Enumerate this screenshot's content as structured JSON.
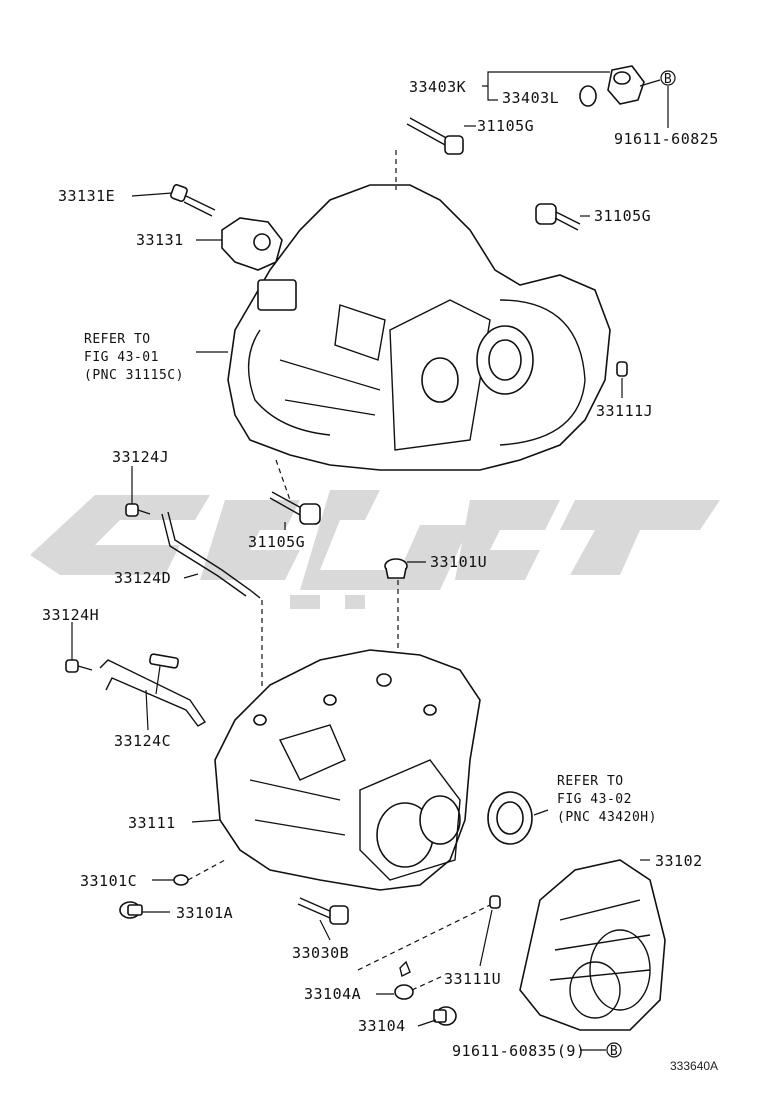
{
  "figure_number": "333640A",
  "callouts": {
    "c33403K": "33403K",
    "c33403L": "33403L",
    "c91611_60825": "91611-60825",
    "c31105G_a": "31105G",
    "c33131E": "33131E",
    "c31105G_b": "31105G",
    "c33131": "33131",
    "refer1_a": "REFER TO",
    "refer1_b": "FIG 43-01",
    "refer1_c": "(PNC 31115C)",
    "c33111J": "33111J",
    "c33124J": "33124J",
    "c31105G_c": "31105G",
    "c33101U": "33101U",
    "c33124D": "33124D",
    "c33124H": "33124H",
    "c33124C": "33124C",
    "refer2_a": "REFER TO",
    "refer2_b": "FIG 43-02",
    "refer2_c": "(PNC 43420H)",
    "c33111": "33111",
    "c33102": "33102",
    "c33101C": "33101C",
    "c33101A": "33101A",
    "c33030B": "33030B",
    "c33111U": "33111U",
    "c33104A": "33104A",
    "c33104": "33104",
    "c91611_60835": "91611-60835(9)",
    "badge_b": "B"
  }
}
